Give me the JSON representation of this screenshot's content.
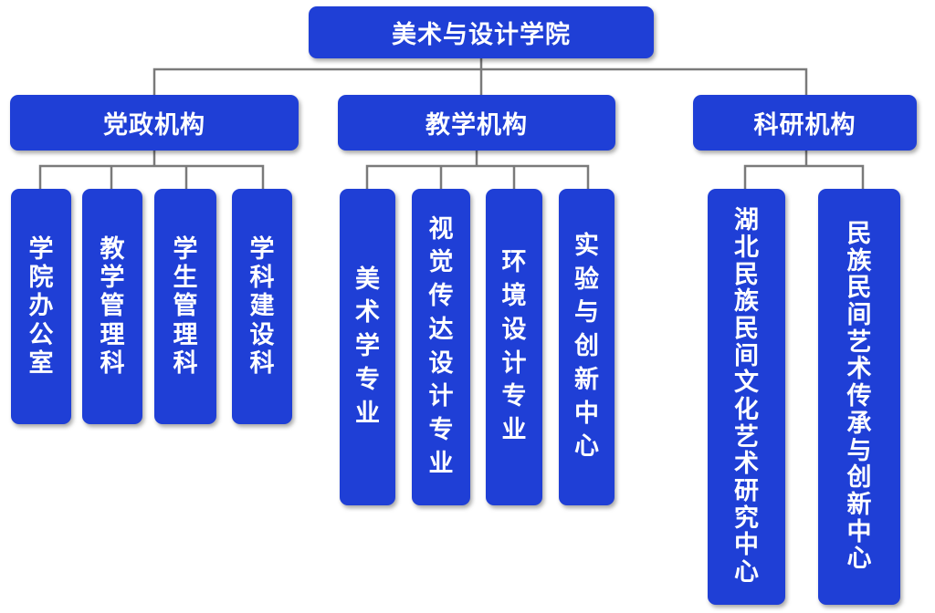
{
  "root": {
    "label": "美术与设计学院"
  },
  "groups": [
    {
      "label": "党政机构",
      "children": [
        "学院办公室",
        "教学管理科",
        "学生管理科",
        "学科建设科"
      ]
    },
    {
      "label": "教学机构",
      "children": [
        "美术学专业",
        "视觉传达设计专业",
        "环境设计专业",
        "实验与创新中心"
      ]
    },
    {
      "label": "科研机构",
      "children": [
        "湖北民族民间文化艺术研究中心",
        "民族民间艺术传承与创新中心"
      ]
    }
  ],
  "colors": {
    "box": "#1f3fd6",
    "text": "#ffffff",
    "connector": "#7a7a7a"
  }
}
